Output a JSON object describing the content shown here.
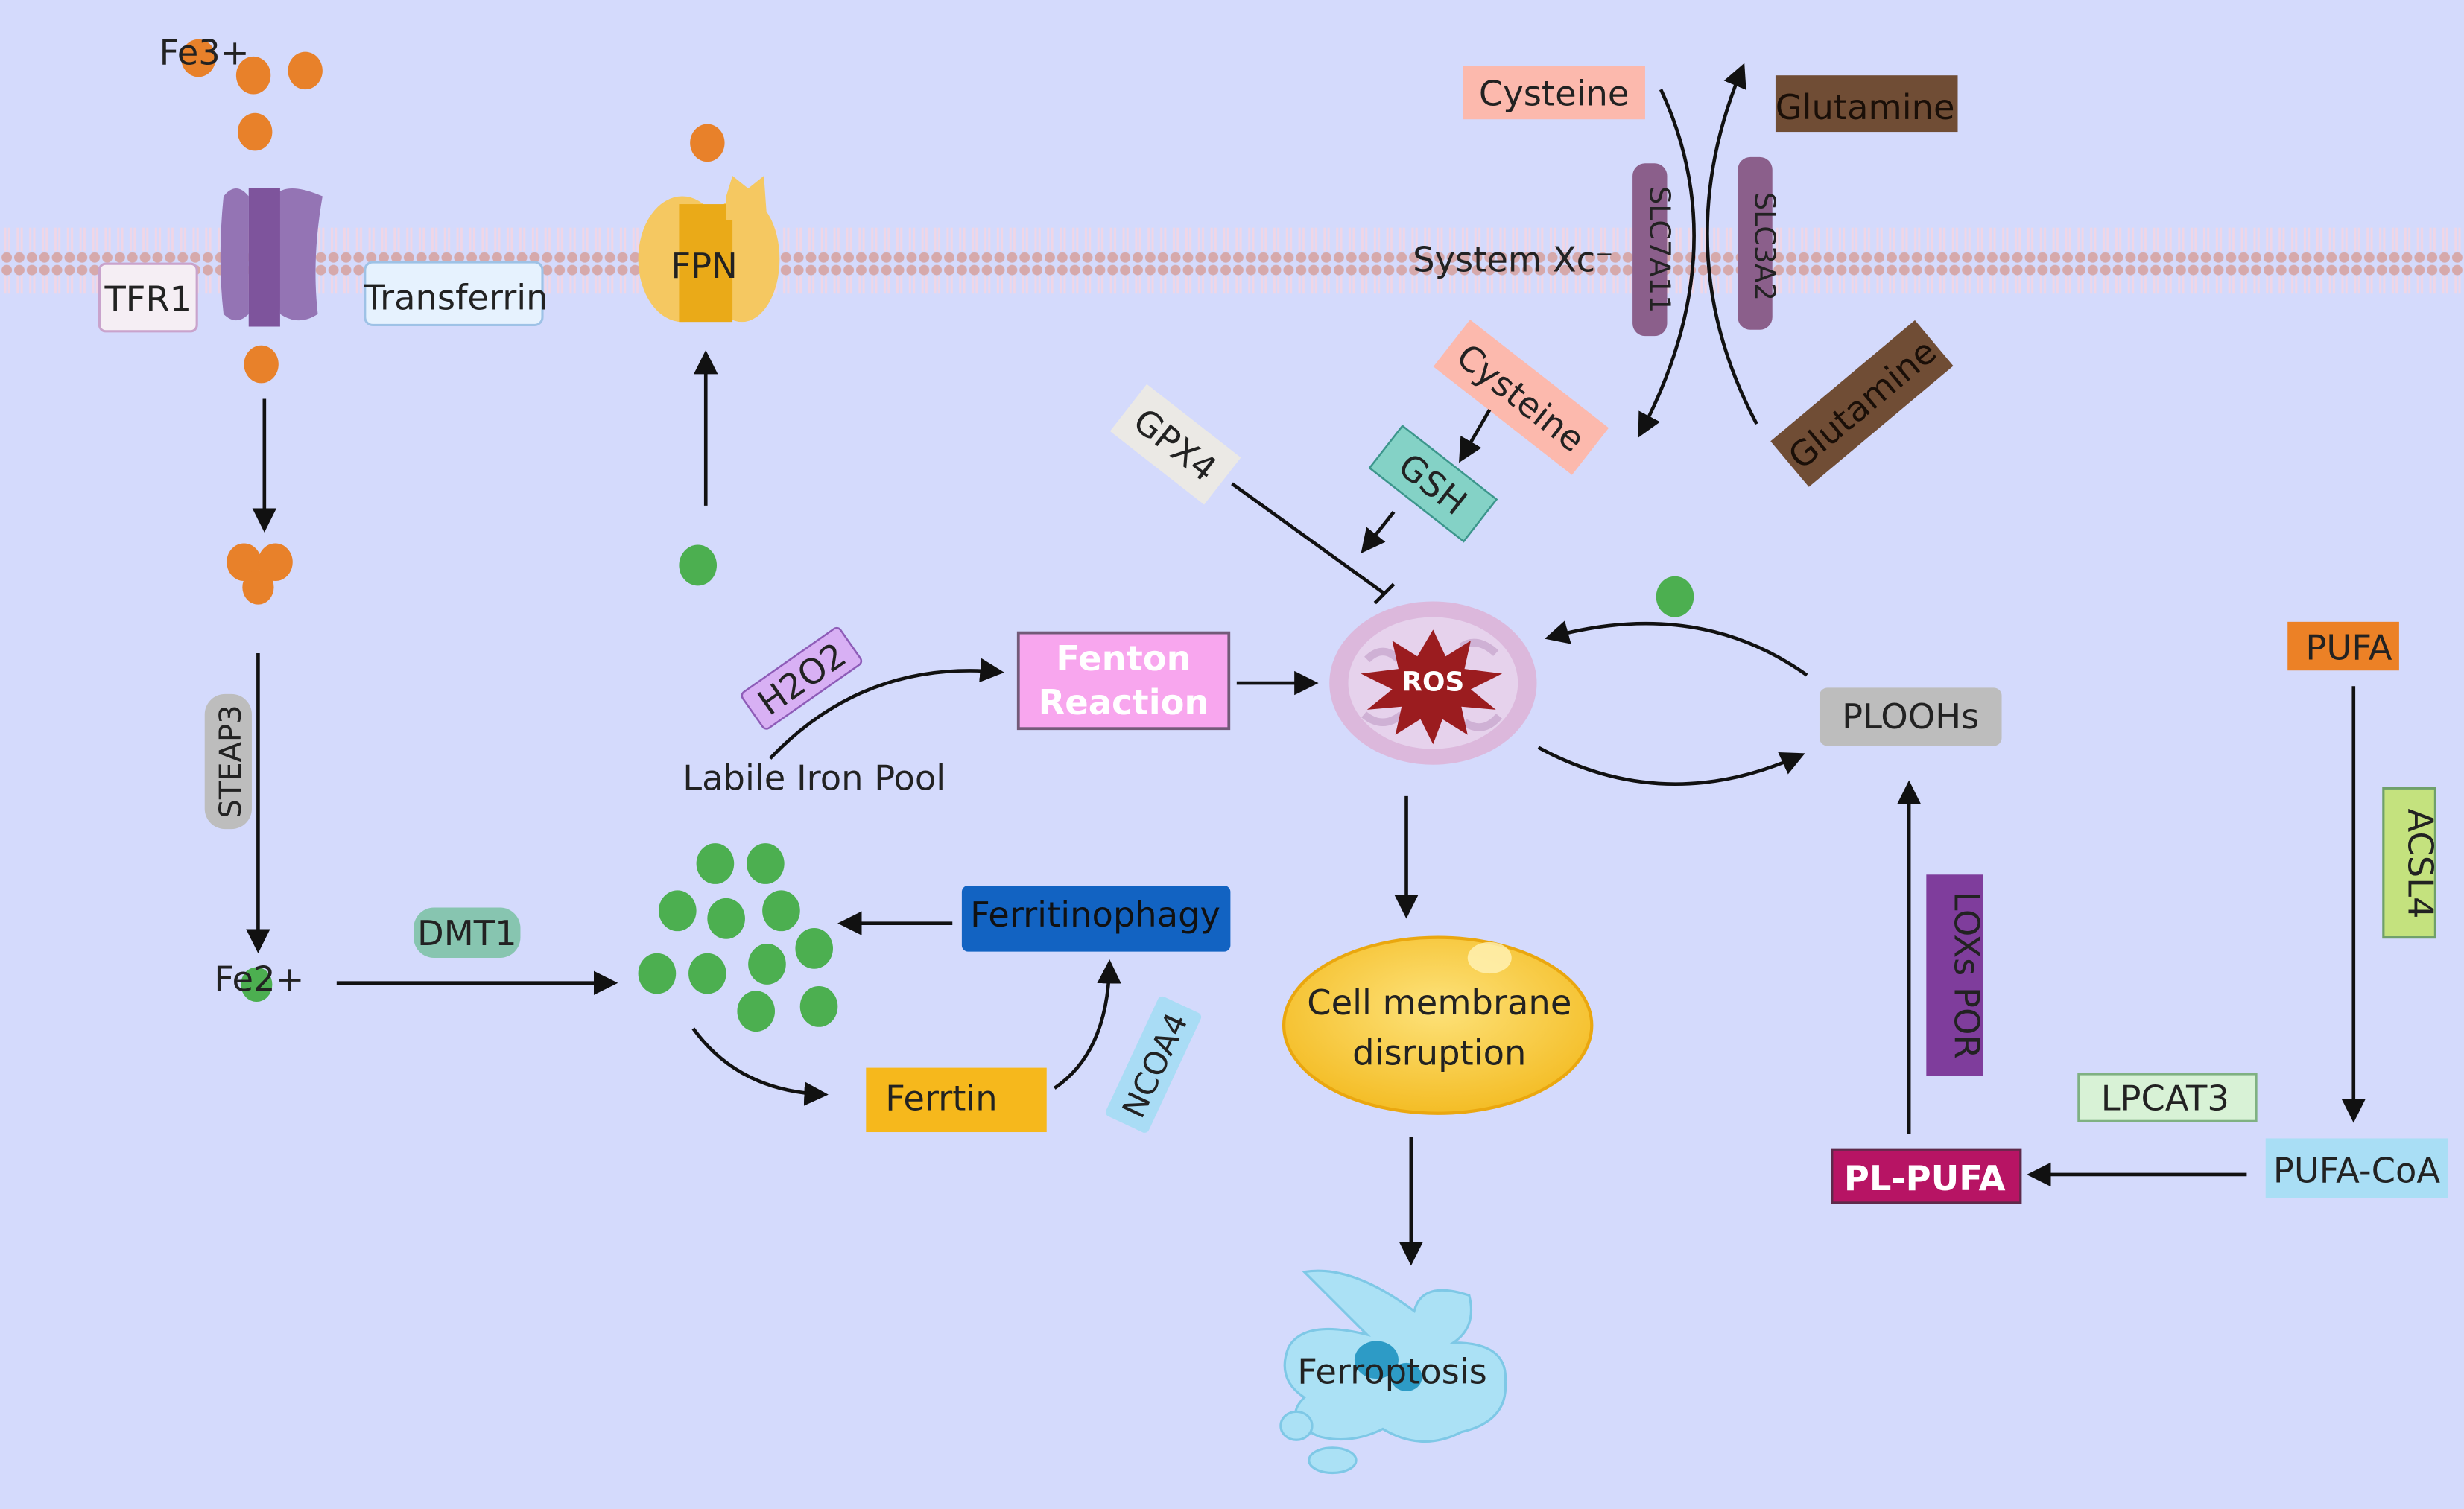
{
  "title": "Ferroptosis pathway",
  "colors": {
    "background": "#d4dafc",
    "fe3": "#e8812a",
    "fe2": "#4caf50",
    "membrane": "#d8aaaa"
  },
  "membrane": {
    "tfr1": "TFR1",
    "transferrin": "Transferrin",
    "fpn": "FPN",
    "system_xc": "System Xc⁻",
    "slc7a11": "SLC7A11",
    "slc3a2": "SLC3A2"
  },
  "iron": {
    "fe3_label": "Fe3+",
    "steap3": "STEAP3",
    "fe2_label": "Fe2+",
    "dmt1": "DMT1",
    "labile_iron_pool": "Labile Iron Pool",
    "h2o2": "H2O2",
    "fenton_line1": "Fenton",
    "fenton_line2": "Reaction",
    "ferritinophagy": "Ferritinophagy",
    "ferritin": "Ferrtin",
    "ncoa4": "NCOA4"
  },
  "antioxidant": {
    "cysteine_out": "Cysteine",
    "glutamine_out": "Glutamine",
    "cysteine_in": "Cysteine",
    "glutamine_in": "Glutamine",
    "gsh": "GSH",
    "gpx4": "GPX4"
  },
  "ros": {
    "label": "ROS",
    "ploohs": "PLOOHs",
    "membrane_line1": "Cell membrane",
    "membrane_line2": "disruption",
    "ferroptosis": "Ferroptosis"
  },
  "lipid": {
    "pufa": "PUFA",
    "acsl4": "ACSL4",
    "pufa_coa": "PUFA-CoA",
    "lpcat3": "LPCAT3",
    "pl_pufa": "PL-PUFA",
    "lox_por": "LOXs POR"
  }
}
